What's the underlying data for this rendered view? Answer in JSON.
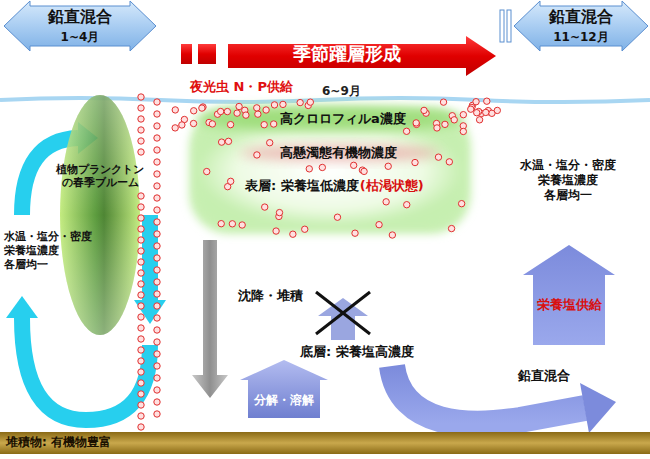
{
  "diagram": {
    "nodes": [
      {
        "text": [
          "鉛直混合",
          "1~4月"
        ]
      },
      {
        "text": [
          "季節躍層形成"
        ]
      },
      {
        "text": [
          "鉛直混合",
          "11~12月"
        ]
      },
      {
        "text": [
          "高クロロフィルa濃度",
          "高懸濁態有機物濃度",
          "表層: 栄養塩低濃度",
          "(枯渇状態)"
        ]
      },
      {
        "text": [
          "植物プランクトンの春季ブルーム"
        ]
      },
      {
        "text": [
          "分解・溶解"
        ]
      },
      {
        "text": [
          "栄養塩供給"
        ]
      },
      {
        "text": [
          "堆積物: 有機物豊富"
        ]
      }
    ],
    "labels": [
      "夜光虫 N・P供給",
      "6~9月",
      "水温・塩分・密度 栄養塩濃度 各層均一",
      "沈降・堆積",
      "底層: 栄養塩高濃度",
      "鉛直混合",
      "水温・塩分・密度 栄養塩濃度 各層均一"
    ]
  }
}
